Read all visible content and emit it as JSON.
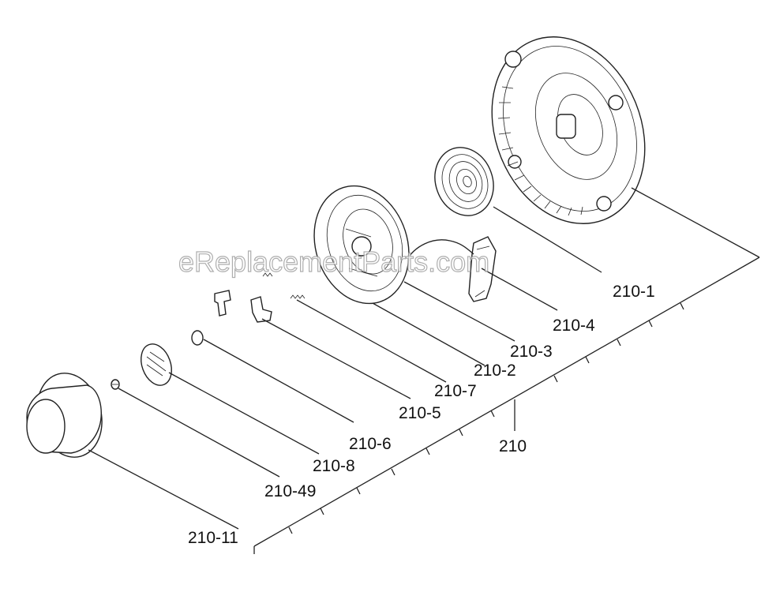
{
  "watermark": "eReplacementParts.com",
  "callouts": [
    {
      "id": "210-1",
      "label": "210-1"
    },
    {
      "id": "210-4",
      "label": "210-4"
    },
    {
      "id": "210-3",
      "label": "210-3"
    },
    {
      "id": "210-2",
      "label": "210-2"
    },
    {
      "id": "210-7",
      "label": "210-7"
    },
    {
      "id": "210-5",
      "label": "210-5"
    },
    {
      "id": "210-6",
      "label": "210-6"
    },
    {
      "id": "210-8",
      "label": "210-8"
    },
    {
      "id": "210-49",
      "label": "210-49"
    },
    {
      "id": "210-11",
      "label": "210-11"
    },
    {
      "id": "210",
      "label": "210"
    }
  ]
}
